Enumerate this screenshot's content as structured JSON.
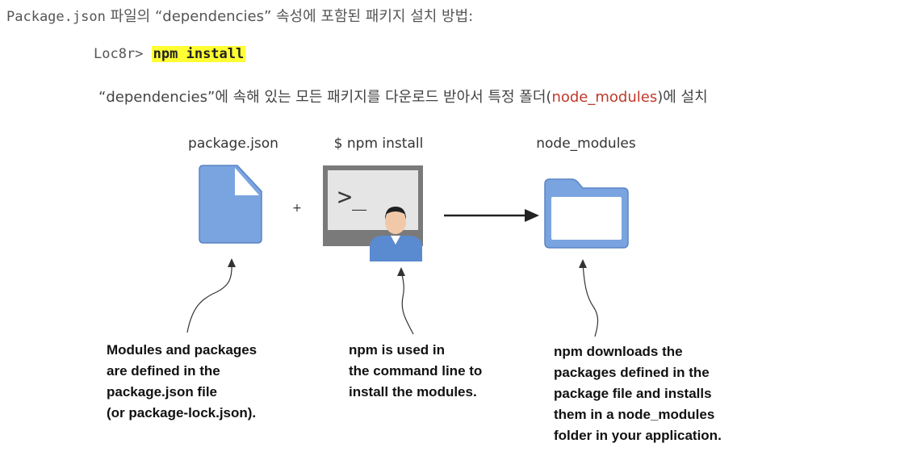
{
  "headline": {
    "prefix": "Package.json",
    "rest": " 파일의 “dependencies” 속성에 포함된 패키지 설치 방법:"
  },
  "command": {
    "prompt": "Loc8r> ",
    "cmd": "npm install"
  },
  "description": {
    "part1": "“dependencies”에 속해 있는 모든 패키지를 다운로드 받아서 특정 폴더(",
    "highlight": "node_modules",
    "part2": ")에 설치"
  },
  "diagram": {
    "titles": [
      "package.json",
      "$ npm install",
      "node_modules"
    ],
    "plus": "+",
    "prompt_glyph": ">_",
    "captions": [
      [
        "Modules and packages",
        "are defined in the",
        "package.json file",
        "(or package-lock.json)."
      ],
      [
        "npm is used in",
        "the command line to",
        "install the modules."
      ],
      [
        "npm downloads the",
        "packages defined in the",
        "package file and installs",
        "them in a node_modules",
        "folder in your application."
      ]
    ],
    "colors": {
      "icon_blue": "#7aa4e0",
      "icon_stroke": "#5a84c4",
      "monitor_gray": "#e5e5e5"
    }
  }
}
